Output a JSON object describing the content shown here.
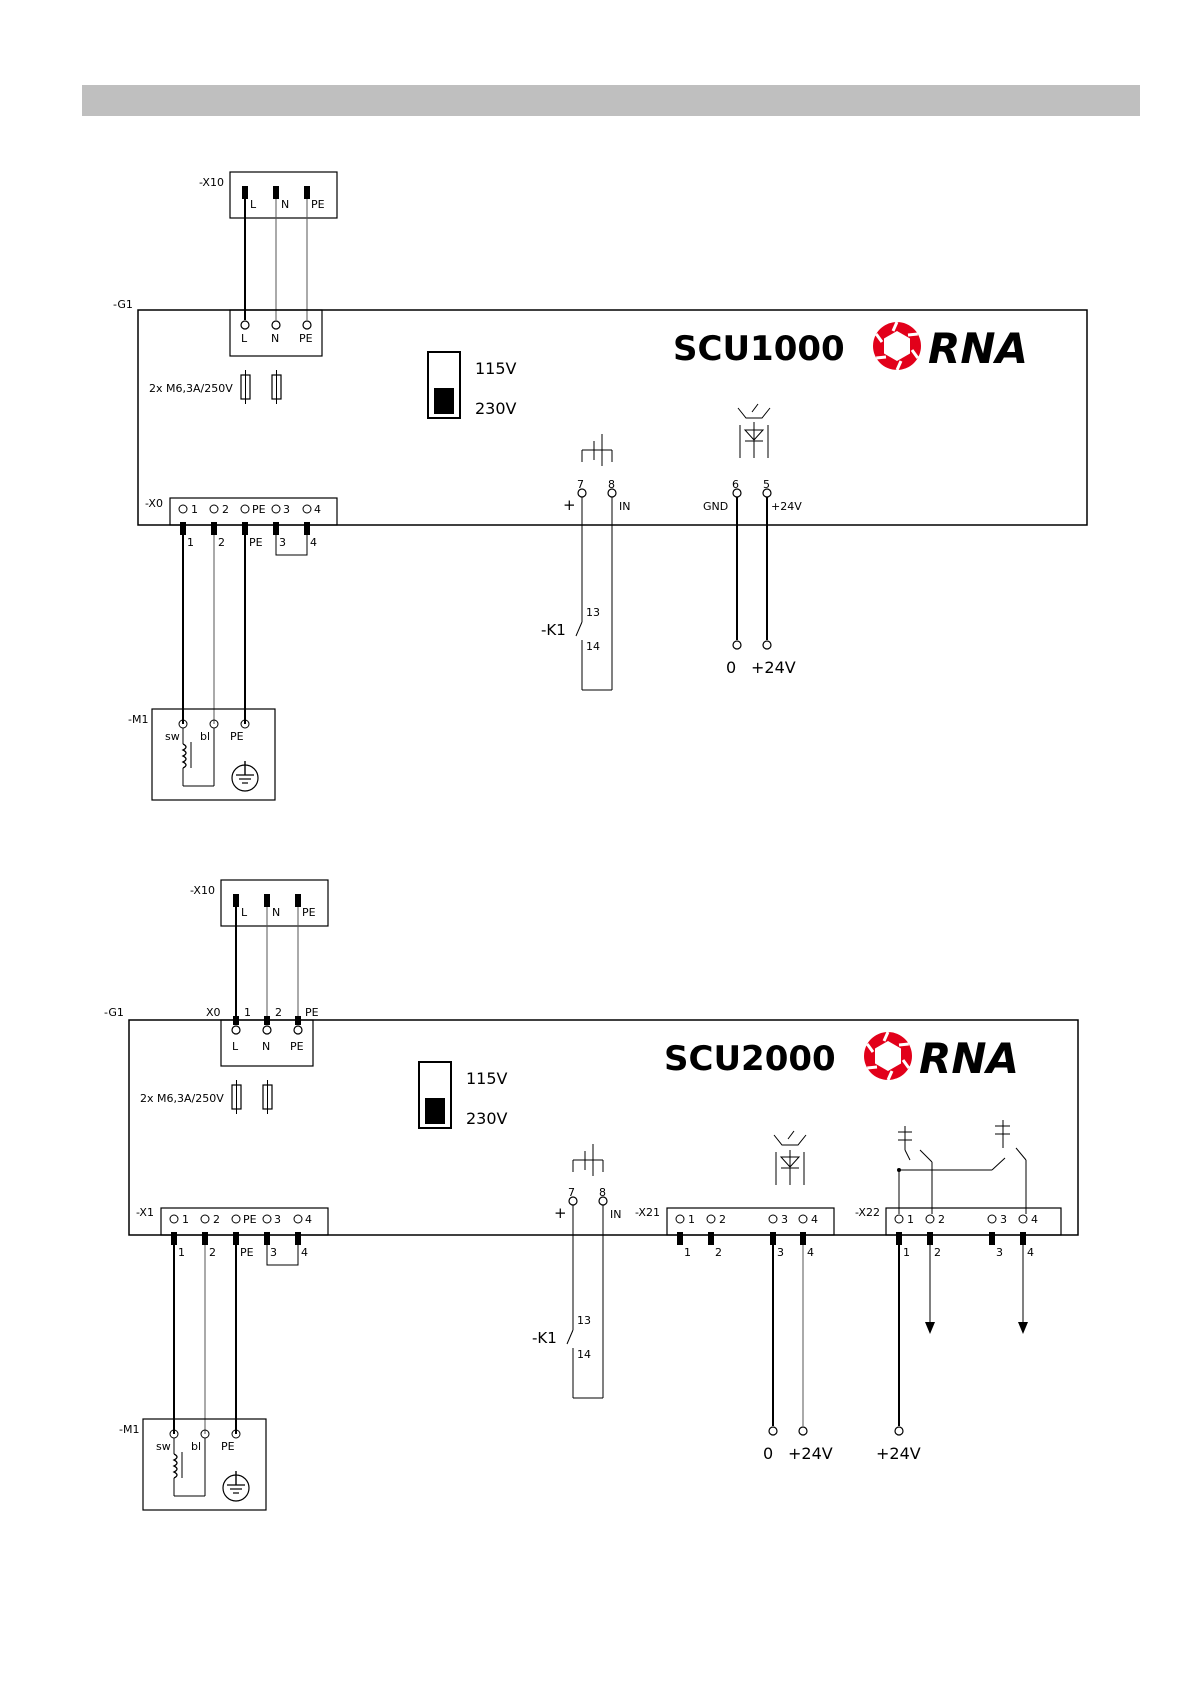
{
  "brand_color": "#e2001a",
  "icons": [
    "terminal-block",
    "fuse",
    "voltage-switch",
    "optocoupler",
    "relay-contact",
    "motor-coil",
    "earth-ground"
  ],
  "diagram1": {
    "model": "SCU1000",
    "brand": "RNA",
    "x10": {
      "tag": "-X10",
      "pins": [
        "L",
        "N",
        "PE"
      ]
    },
    "g1": {
      "tag": "-G1",
      "mains_pins": [
        "L",
        "N",
        "PE"
      ]
    },
    "fuse": "2x M6,3A/250V",
    "voltage": {
      "upper": "115V",
      "lower": "230V"
    },
    "x0": {
      "tag": "-X0",
      "top_pins": [
        "1",
        "2",
        "PE",
        "3",
        "4"
      ],
      "bottom_pins": [
        "1",
        "2",
        "PE",
        "3",
        "4"
      ]
    },
    "input": {
      "plus": "+",
      "pin7": "7",
      "pin8": "8",
      "in": "IN"
    },
    "output": {
      "pin6": "6",
      "pin5": "5",
      "gnd": "GND",
      "p24": "+24V"
    },
    "k1": {
      "tag": "-K1",
      "c13": "13",
      "c14": "14"
    },
    "out_labels": {
      "zero": "0",
      "p24": "+24V"
    },
    "m1": {
      "tag": "-M1",
      "sw": "sw",
      "bl": "bl",
      "pe": "PE"
    }
  },
  "diagram2": {
    "model": "SCU2000",
    "brand": "RNA",
    "x10": {
      "tag": "-X10",
      "pins": [
        "L",
        "N",
        "PE"
      ]
    },
    "g1": {
      "tag": "-G1",
      "x0": "X0",
      "x0_pins": [
        "1",
        "2",
        "PE"
      ],
      "mains_pins": [
        "L",
        "N",
        "PE"
      ]
    },
    "fuse": "2x M6,3A/250V",
    "voltage": {
      "upper": "115V",
      "lower": "230V"
    },
    "x1": {
      "tag": "-X1",
      "top_pins": [
        "1",
        "2",
        "PE",
        "3",
        "4"
      ],
      "bottom_pins": [
        "1",
        "2",
        "PE",
        "3",
        "4"
      ]
    },
    "input": {
      "plus": "+",
      "pin7": "7",
      "pin8": "8",
      "in": "IN"
    },
    "x21": {
      "tag": "-X21",
      "top_pins": [
        "1",
        "2",
        "3",
        "4"
      ],
      "bottom_pins": [
        "1",
        "2",
        "3",
        "4"
      ]
    },
    "x22": {
      "tag": "-X22",
      "top_pins": [
        "1",
        "2",
        "3",
        "4"
      ],
      "bottom_pins": [
        "1",
        "2",
        "3",
        "4"
      ]
    },
    "k1": {
      "tag": "-K1",
      "c13": "13",
      "c14": "14"
    },
    "out_labels": {
      "zero": "0",
      "p24": "+24V",
      "p24b": "+24V"
    },
    "m1": {
      "tag": "-M1",
      "sw": "sw",
      "bl": "bl",
      "pe": "PE"
    }
  }
}
